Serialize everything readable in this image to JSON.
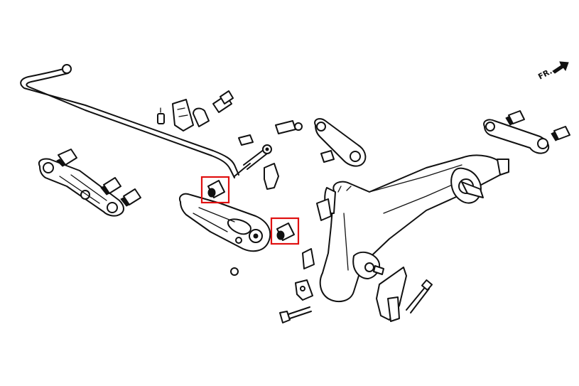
{
  "diagram": {
    "direction_label": "FR.",
    "highlight_color": "#e01010",
    "line_color": "#111111",
    "background": "#ffffff",
    "icons": [
      "forward-arrow-icon"
    ],
    "highlighted_parts": [
      "lower-arm-bushing-inner",
      "lower-arm-bushing-outer"
    ]
  }
}
